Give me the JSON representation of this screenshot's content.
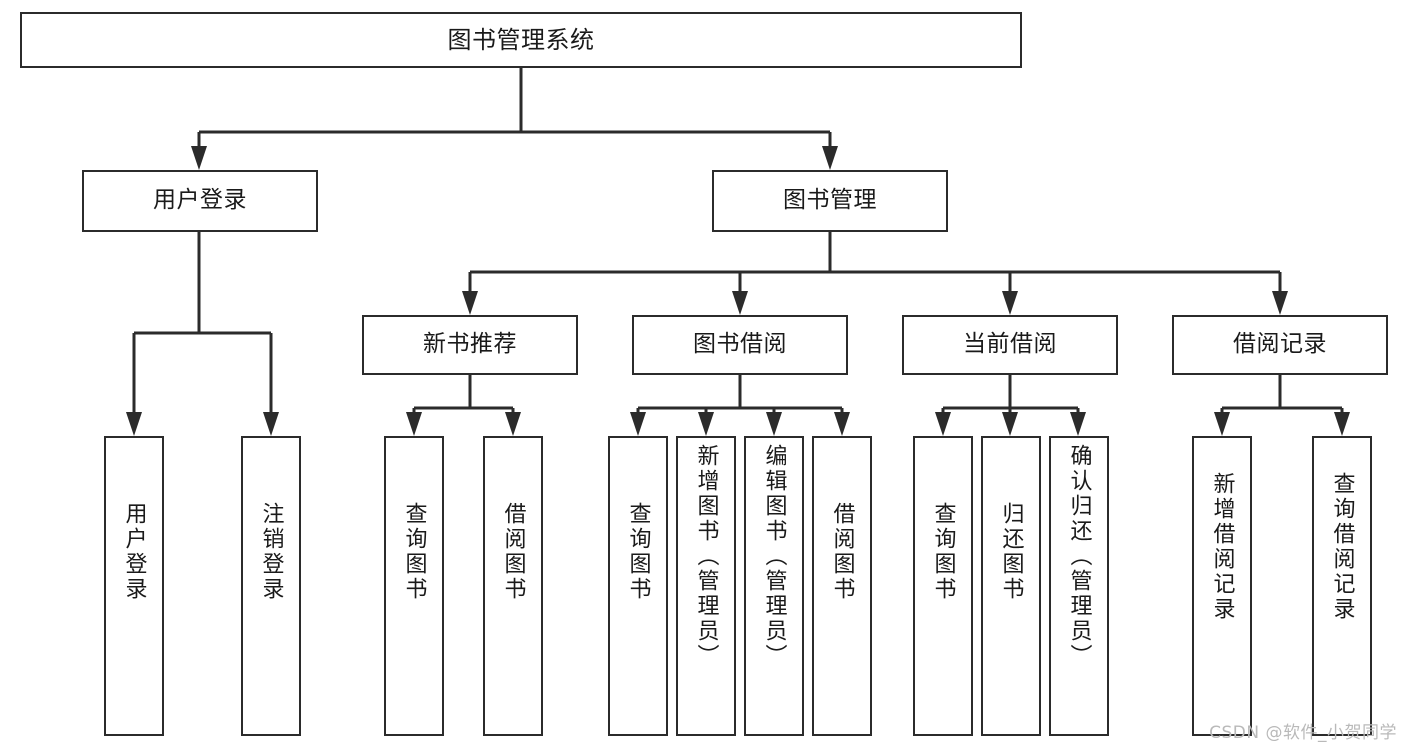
{
  "diagram": {
    "title": "图书管理系统",
    "watermark": "CSDN @软件_小贺同学",
    "accent_color": "#2b2b2b",
    "background_color": "#ffffff",
    "watermark_color": "#b9b9b9",
    "nodes": {
      "root": {
        "label": "图书管理系统"
      },
      "level2": [
        {
          "label": "用户登录"
        },
        {
          "label": "图书管理"
        }
      ],
      "level3": [
        {
          "label": "新书推荐"
        },
        {
          "label": "图书借阅"
        },
        {
          "label": "当前借阅"
        },
        {
          "label": "借阅记录"
        }
      ],
      "leaves_user_login": [
        {
          "label": "用户登录"
        },
        {
          "label": "注销登录"
        }
      ],
      "leaves_new_book": [
        {
          "label": "查询图书"
        },
        {
          "label": "借阅图书"
        }
      ],
      "leaves_borrow": [
        {
          "label": "查询图书"
        },
        {
          "label": "新增图书（管理员）"
        },
        {
          "label": "编辑图书（管理员）"
        },
        {
          "label": "借阅图书"
        }
      ],
      "leaves_current": [
        {
          "label": "查询图书"
        },
        {
          "label": "归还图书"
        },
        {
          "label": "确认归还（管理员）"
        }
      ],
      "leaves_records": [
        {
          "label": "新增借阅记录"
        },
        {
          "label": "查询借阅记录"
        }
      ]
    }
  }
}
